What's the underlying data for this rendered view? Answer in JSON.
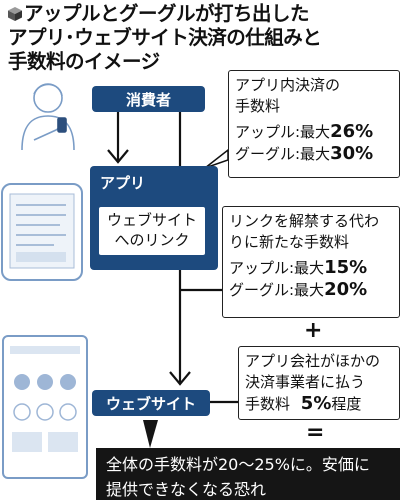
{
  "title": {
    "line1": "アップルとグーグルが打ち出した",
    "line2": "アプリ･ウェブサイト決済の仕組みと",
    "line3": "手数料のイメージ"
  },
  "nodes": {
    "consumer": "消費者",
    "app": "アプリ",
    "web_link": [
      "ウェブサイト",
      "へのリンク"
    ],
    "website": "ウェブサイト"
  },
  "box1": {
    "heading": [
      "アプリ内決済の",
      "手数料"
    ],
    "apple_label": "アップル:最大",
    "apple_value": "26%",
    "google_label": "グーグル:最大",
    "google_value": "30%"
  },
  "box2": {
    "heading": [
      "リンクを解禁する代わ",
      "りに新たな手数料"
    ],
    "apple_label": "アップル:最大",
    "apple_value": "15%",
    "google_label": "グーグル:最大",
    "google_value": "20%"
  },
  "plus": "+",
  "box3": {
    "heading": [
      "アプリ会社がほかの",
      "決済事業者に払う"
    ],
    "fee_label": "手数料",
    "fee_value": "5%",
    "fee_suffix": "程度"
  },
  "equals": "=",
  "footer": [
    "全体の手数料が20～25%に。安価に",
    "提供できなくなる恐れ"
  ],
  "colors": {
    "navy": "#1d4a7e",
    "footer_bg": "#151515"
  },
  "icons": [
    "cube-icon",
    "person-with-phone-icon",
    "smartphone-icon",
    "tablet-icon"
  ]
}
